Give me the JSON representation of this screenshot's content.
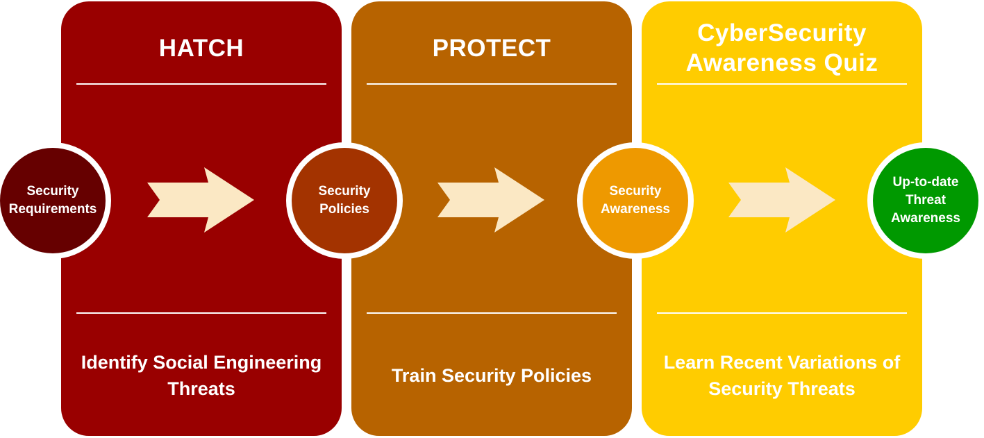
{
  "colors": {
    "hatch_panel": "#990000",
    "protect_panel": "#b76300",
    "quiz_panel": "#ffcc00",
    "requirements_node": "#660000",
    "policies_node": "#a33300",
    "awareness_node": "#ee9900",
    "uptodate_node": "#009900",
    "arrow_fill": "#fbe8c4",
    "text": "#ffffff"
  },
  "panels": [
    {
      "title": "HATCH",
      "description": "Identify Social Engineering\nThreats"
    },
    {
      "title": "PROTECT",
      "description": "Train Security Policies"
    },
    {
      "title": "CyberSecurity\nAwareness Quiz",
      "description": "Learn Recent Variations of\nSecurity Threats"
    }
  ],
  "nodes": [
    {
      "label": "Security\nRequirements"
    },
    {
      "label": "Security\nPolicies"
    },
    {
      "label": "Security\nAwareness"
    },
    {
      "label": "Up-to-date\nThreat\nAwareness"
    }
  ]
}
